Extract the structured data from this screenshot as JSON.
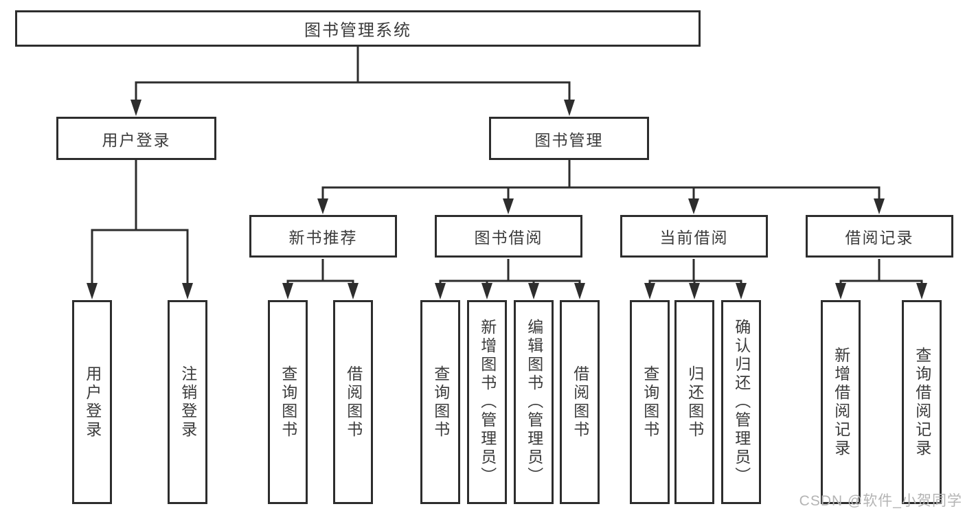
{
  "diagram": {
    "type": "hierarchy-tree",
    "watermark": "CSDN @软件_小贺同学",
    "colors": {
      "line": "#2d2d2d",
      "border": "#2d2d2d",
      "text": "#3b3b3b",
      "background": "#ffffff",
      "watermark": "#b4b4b4"
    },
    "tree": {
      "label": "图书管理系统",
      "children": [
        {
          "label": "用户登录",
          "children": [
            {
              "label": "用户登录"
            },
            {
              "label": "注销登录"
            }
          ]
        },
        {
          "label": "图书管理",
          "children": [
            {
              "label": "新书推荐",
              "children": [
                {
                  "label": "查询图书"
                },
                {
                  "label": "借阅图书"
                }
              ]
            },
            {
              "label": "图书借阅",
              "children": [
                {
                  "label": "查询图书"
                },
                {
                  "label": "新增图书（管理员）"
                },
                {
                  "label": "编辑图书（管理员）"
                },
                {
                  "label": "借阅图书"
                }
              ]
            },
            {
              "label": "当前借阅",
              "children": [
                {
                  "label": "查询图书"
                },
                {
                  "label": "归还图书"
                },
                {
                  "label": "确认归还（管理员）"
                }
              ]
            },
            {
              "label": "借阅记录",
              "children": [
                {
                  "label": "新增借阅记录"
                },
                {
                  "label": "查询借阅记录"
                }
              ]
            }
          ]
        }
      ]
    }
  }
}
